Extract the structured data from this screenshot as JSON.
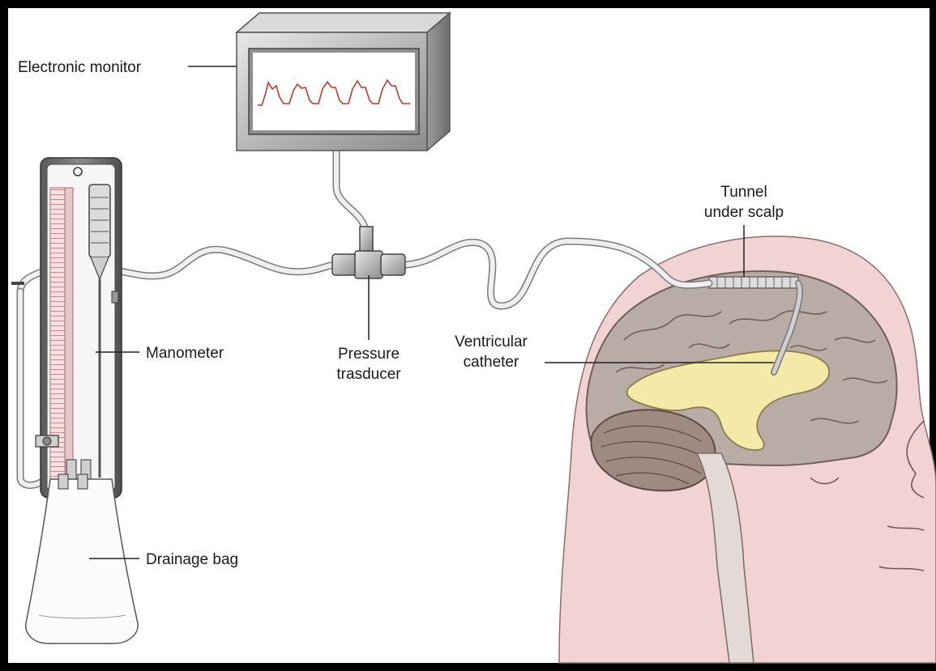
{
  "labels": {
    "electronic_monitor": "Electronic monitor",
    "manometer": "Manometer",
    "drainage_bag": "Drainage bag",
    "pressure_transducer_line1": "Pressure",
    "pressure_transducer_line2": "trasducer",
    "ventricular_catheter_line1": "Ventricular",
    "ventricular_catheter_line2": "catheter",
    "tunnel_line1": "Tunnel",
    "tunnel_line2": "under scalp"
  },
  "colors": {
    "frame": "#000000",
    "skin": "#f2d3d3",
    "brain": "#b9aca6",
    "ventricle": "#f4eaa8",
    "cerebellum": "#9f8a82",
    "device_metal": "#c9c9c9",
    "waveform": "#c0392b",
    "tubing": "#e6e6e6"
  }
}
